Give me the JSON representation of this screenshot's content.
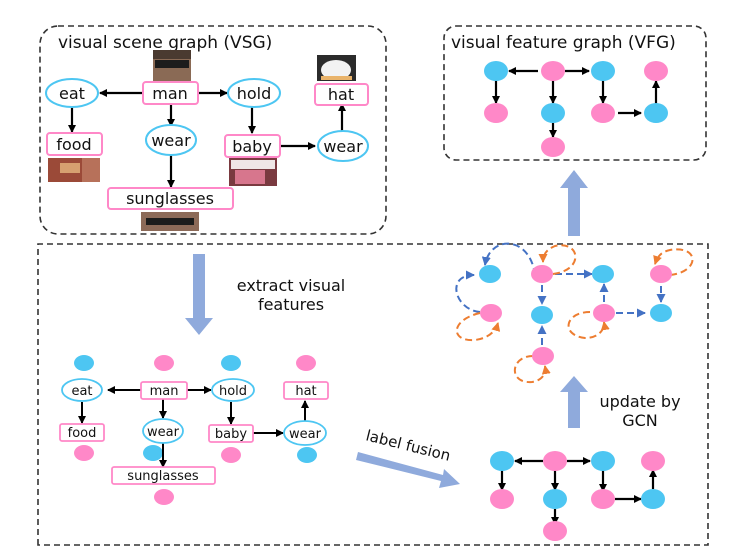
{
  "colors": {
    "object": "#ff88c8",
    "predicate": "#4dc6f2",
    "arrow": "#000000",
    "big_arrow": "#8faadc",
    "dash_blue": "#4472c4",
    "dash_orange": "#ed7d31",
    "box_border": "#333333"
  },
  "vsg": {
    "title": "visual scene graph (VSG)",
    "nodes": [
      {
        "id": "eat",
        "label": "eat",
        "kind": "predicate"
      },
      {
        "id": "man",
        "label": "man",
        "kind": "object",
        "photo": "man-photo"
      },
      {
        "id": "hold",
        "label": "hold",
        "kind": "predicate"
      },
      {
        "id": "hat",
        "label": "hat",
        "kind": "object",
        "photo": "hat-photo"
      },
      {
        "id": "food",
        "label": "food",
        "kind": "object",
        "photo": "food-photo"
      },
      {
        "id": "wear1",
        "label": "wear",
        "kind": "predicate"
      },
      {
        "id": "baby",
        "label": "baby",
        "kind": "object",
        "photo": "baby-photo"
      },
      {
        "id": "wear2",
        "label": "wear",
        "kind": "predicate"
      },
      {
        "id": "sunglasses",
        "label": "sunglasses",
        "kind": "object",
        "photo": "sunglasses-photo"
      }
    ],
    "edges": [
      [
        "man",
        "eat"
      ],
      [
        "man",
        "hold"
      ],
      [
        "man",
        "wear1"
      ],
      [
        "eat",
        "food"
      ],
      [
        "hold",
        "baby"
      ],
      [
        "wear1",
        "sunglasses"
      ],
      [
        "baby",
        "wear2"
      ],
      [
        "wear2",
        "hat"
      ]
    ]
  },
  "vfg": {
    "title": "visual feature graph (VFG)"
  },
  "steps": {
    "extract": [
      "extract visual",
      "features"
    ],
    "label_fusion": "label fusion",
    "update": [
      "update by",
      "GCN"
    ]
  }
}
